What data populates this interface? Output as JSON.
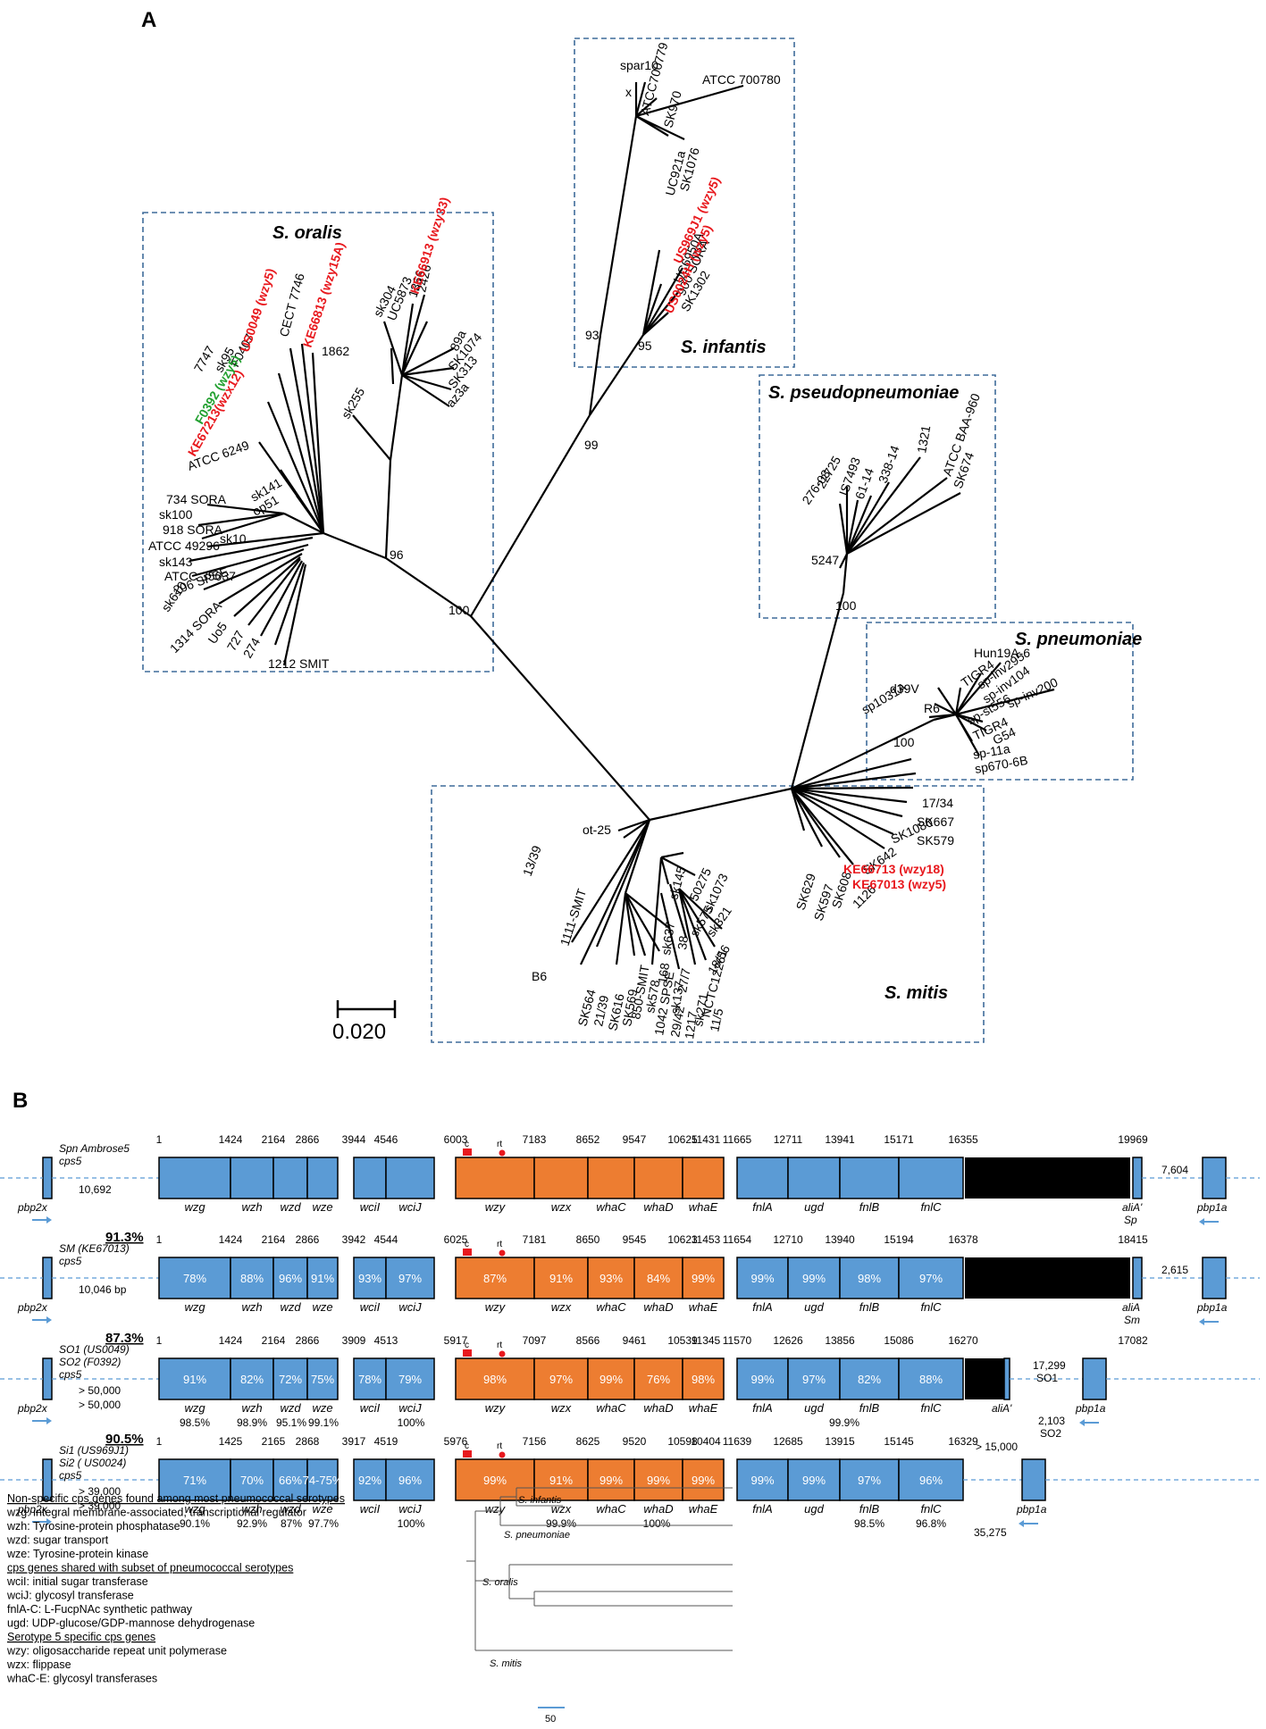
{
  "panel_a": {
    "label": "A",
    "scale_bar": "0.020",
    "bootstrap": [
      "96",
      "100",
      "99",
      "93",
      "95",
      "100",
      "100"
    ],
    "clades": {
      "oralis": {
        "name": "S. oralis",
        "leaves": [
          "734 SORA",
          "sk100",
          "918 SORA",
          "ATCC 49296",
          "sk10",
          "sk143",
          "ATCC 35037",
          "206 SPSE",
          "sk610",
          "1314 SORA",
          "Uo5",
          "727",
          "274",
          "1212 SMIT",
          "sk141",
          "op51",
          "ATCC 6249",
          "7747",
          "sk95",
          "F0407",
          "CECT 7746",
          "1862",
          "sk255",
          "sk304",
          "UC5873",
          "1366",
          "2426",
          "89a",
          "SK1074",
          "SK313",
          "az3a"
        ],
        "highlighted": [
          "US0049 (wzy5)",
          "KE66813 (wzy15A)",
          "KE67213(wzx12)",
          "KE66913 (wzy33)"
        ],
        "green": [
          "F0392 (wzy5)"
        ]
      },
      "infantis": {
        "name": "S. infantis",
        "leaves": [
          "spar10",
          "x",
          "ATCC700779",
          "SK970",
          "ATCC 700780",
          "UC921a",
          "SK1076",
          "UC6950A",
          "900 SORA",
          "SK1302"
        ],
        "highlighted": [
          "US969J1 (wzy5)",
          "US0024H (wzy5)"
        ]
      },
      "pseudopneumoniae": {
        "name": "S. pseudopneumoniae",
        "leaves": [
          "276-03",
          "22725",
          "IS7493",
          "61-14",
          "338-14",
          "1321",
          "ATCC BAA-960",
          "SK674",
          "5247"
        ]
      },
      "pneumoniae": {
        "name": "S. pneumoniae",
        "leaves": [
          "Hun19A-6",
          "TIGR4",
          "sp-inv295",
          "sp-inv104",
          "sp-inv200",
          "d39V",
          "R6",
          "sp-st556",
          "sp1031A",
          "TIGR4",
          "G54",
          "sp-11a",
          "sp670-6B"
        ]
      },
      "mitis": {
        "name": "S. mitis",
        "leaves": [
          "ot-25",
          "13/39",
          "1111-SMIT",
          "B6",
          "SK564",
          "21/39",
          "SK616",
          "SK569",
          "850-SMIT",
          "sk578",
          "168",
          "sk637",
          "sk145",
          "50275",
          "sk1073",
          "sk575",
          "sk321",
          "38",
          "18/56",
          "NCTC12261",
          "27/7",
          "sk271",
          "11/5",
          "29/42",
          "1217",
          "sk137",
          "1042 SPSE",
          "SK629",
          "SK597",
          "SK608",
          "1126",
          "SK642",
          "SK1080",
          "SK579",
          "SK667",
          "17/34"
        ],
        "highlighted": [
          "KE66713 (wzy18)",
          "KE67013 (wzy5)"
        ]
      }
    }
  },
  "panel_b": {
    "label": "B",
    "rows": [
      {
        "title": [
          "Spn Ambrose5",
          "cps5"
        ],
        "pct_label": "",
        "size_label": "10,692",
        "coords": [
          "1",
          "1424",
          "2164",
          "2866",
          "3944",
          "4546",
          "6003",
          "7183",
          "8652",
          "9547",
          "10625",
          "11431",
          "11665",
          "12711",
          "13941",
          "15171",
          "16355",
          "19969"
        ],
        "pcts": [
          "",
          "",
          "",
          "",
          "",
          "",
          "",
          "",
          "",
          "",
          "",
          "",
          "",
          "",
          ""
        ],
        "right": [
          "aliA'",
          "Sp",
          "7,604",
          "pbp1a"
        ],
        "bottom_pct": []
      },
      {
        "title": [
          "SM (KE67013)",
          "cps5"
        ],
        "pct_label": "91.3%",
        "size_label": "10,046 bp",
        "coords": [
          "1",
          "1424",
          "2164",
          "2866",
          "3942",
          "4544",
          "6025",
          "7181",
          "8650",
          "9545",
          "10623",
          "11453",
          "11654",
          "12710",
          "13940",
          "15194",
          "16378",
          "18415"
        ],
        "pcts": [
          "78%",
          "88%",
          "96%",
          "91%",
          "93%",
          "97%",
          "87%",
          "91%",
          "93%",
          "84%",
          "99%",
          "99%",
          "99%",
          "98%",
          "97%"
        ],
        "right": [
          "aliA",
          "Sm",
          "2,615",
          "pbp1a"
        ],
        "bottom_pct": []
      },
      {
        "title": [
          "SO1 (US0049)",
          "SO2 (F0392)",
          "cps5"
        ],
        "pct_label": "87.3%",
        "size_label": "> 50,000",
        "size_label2": "> 50,000",
        "coords": [
          "1",
          "1424",
          "2164",
          "2866",
          "3909",
          "4513",
          "5917",
          "7097",
          "8566",
          "9461",
          "10539",
          "11345",
          "11570",
          "12626",
          "13856",
          "15086",
          "16270",
          "17082"
        ],
        "pcts": [
          "91%",
          "82%",
          "72%",
          "75%",
          "78%",
          "79%",
          "98%",
          "97%",
          "99%",
          "76%",
          "98%",
          "99%",
          "97%",
          "82%",
          "88%"
        ],
        "right": [
          "aliA'",
          "17,299",
          "SO1",
          "2,103",
          "SO2",
          "pbp1a"
        ],
        "bottom_pct": [
          "98.5%",
          "98.9%",
          "95.1%",
          "99.1%",
          "100%",
          "99.9%"
        ]
      },
      {
        "title": [
          "Si1 (US969J1)",
          "Si2 ( US0024)",
          "cps5"
        ],
        "pct_label": "90.5%",
        "size_label": "> 39,000",
        "size_label2": "> 39,000",
        "coords": [
          "1",
          "1425",
          "2165",
          "2868",
          "3917",
          "4519",
          "5976",
          "7156",
          "8625",
          "9520",
          "10598",
          "10404",
          "11639",
          "12685",
          "13915",
          "15145",
          "16329"
        ],
        "pcts": [
          "71%",
          "70%",
          "66%",
          "74-75%",
          "92%",
          "96%",
          "99%",
          "91%",
          "99%",
          "99%",
          "99%",
          "99%",
          "99%",
          "97%",
          "96%"
        ],
        "right": [
          "> 15,000",
          "35,275",
          "pbp1a"
        ],
        "bottom_pct": [
          "90.1%",
          "92.9%",
          "87%",
          "97.7%",
          "100%",
          "99.9%",
          "100%",
          "98.5%",
          "96.8%"
        ]
      }
    ],
    "genes": [
      "wzg",
      "wzh",
      "wzd",
      "wze",
      "wciI",
      "wciJ",
      "wzy",
      "wzx",
      "whaC",
      "whaD",
      "whaE",
      "fnlA",
      "ugd",
      "fnlB",
      "fnlC"
    ],
    "flank_left": "pbp2x",
    "marks": [
      "c",
      "rt"
    ],
    "legend": [
      {
        "text": "Non-specific cps genes found among most pneumococcal serotypes",
        "type": "head"
      },
      {
        "text": "wzg: integral membrane-associated, transcriptional regulator",
        "type": "item"
      },
      {
        "text": "wzh: Tyrosine-protein phosphatase",
        "type": "item"
      },
      {
        "text": "wzd: sugar transport",
        "type": "item"
      },
      {
        "text": "wze: Tyrosine-protein kinase",
        "type": "item"
      },
      {
        "text": "cps genes shared with subset of pneumococcal serotypes",
        "type": "head"
      },
      {
        "text": "wciI: initial sugar transferase",
        "type": "item"
      },
      {
        "text": "wciJ: glycosyl transferase",
        "type": "item"
      },
      {
        "text": "fnlA-C: L-FucpNAc synthetic pathway",
        "type": "item"
      },
      {
        "text": "ugd: UDP-glucose/GDP-mannose dehydrogenase",
        "type": "item"
      },
      {
        "text": "Serotype 5 specific cps genes",
        "type": "head"
      },
      {
        "text": "wzy: oligosaccharide repeat unit polymerase",
        "type": "item"
      },
      {
        "text": "wzx: flippase",
        "type": "item"
      },
      {
        "text": "whaC-E: glycosyl transferases",
        "type": "item"
      }
    ],
    "mini_tree": {
      "labels": [
        "S. infantis",
        "S. pneumoniae",
        "S. oralis",
        "S. mitis"
      ],
      "scale": "50"
    }
  }
}
